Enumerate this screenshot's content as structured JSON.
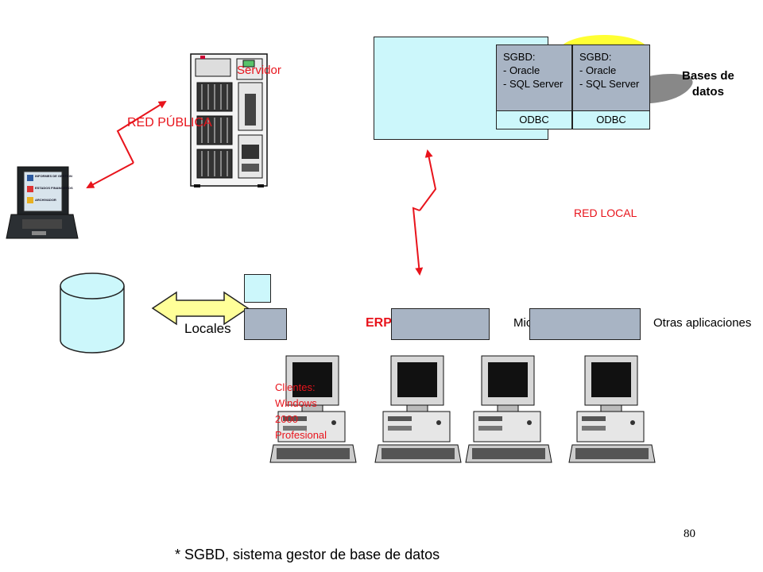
{
  "labels": {
    "servidor": "Servidor",
    "red_publica": "RED PÚBLICA",
    "red_local": "RED LOCAL",
    "bases_de_datos_line1": "Bases de",
    "bases_de_datos_line2": "datos",
    "locales": "Locales",
    "erp": "ERP",
    "mic": "Mic",
    "otras_aplicaciones": "Otras aplicaciones",
    "clientes_lines": [
      "Clientes:",
      "Windows",
      "2000",
      "Profesional"
    ],
    "footnote": "* SGBD, sistema gestor de base de datos",
    "page_number": "80"
  },
  "laptop_screen_lines": [
    "INFORMES DE GESTION",
    "ESTADOS FINANCIEROS",
    "ARCHIVADOR"
  ],
  "sgbd_boxes": [
    {
      "title": "SGBD:",
      "items": [
        "- Oracle",
        "- SQL Server"
      ],
      "connector": "ODBC"
    },
    {
      "title": "SGBD:",
      "items": [
        "- Oracle",
        "- SQL Server"
      ],
      "connector": "ODBC"
    }
  ],
  "colors": {
    "accent_red": "#e8141c",
    "box_cyan": "#ccf7fb",
    "box_grey": "#a8b4c4",
    "arrow_yellow": "#ffff99",
    "db_halo_yellow": "#ffff33",
    "db_shadow_grey": "#888888"
  },
  "icons": [
    "server-tower-icon",
    "laptop-icon",
    "database-cylinder-icon",
    "desktop-computer-icon"
  ]
}
